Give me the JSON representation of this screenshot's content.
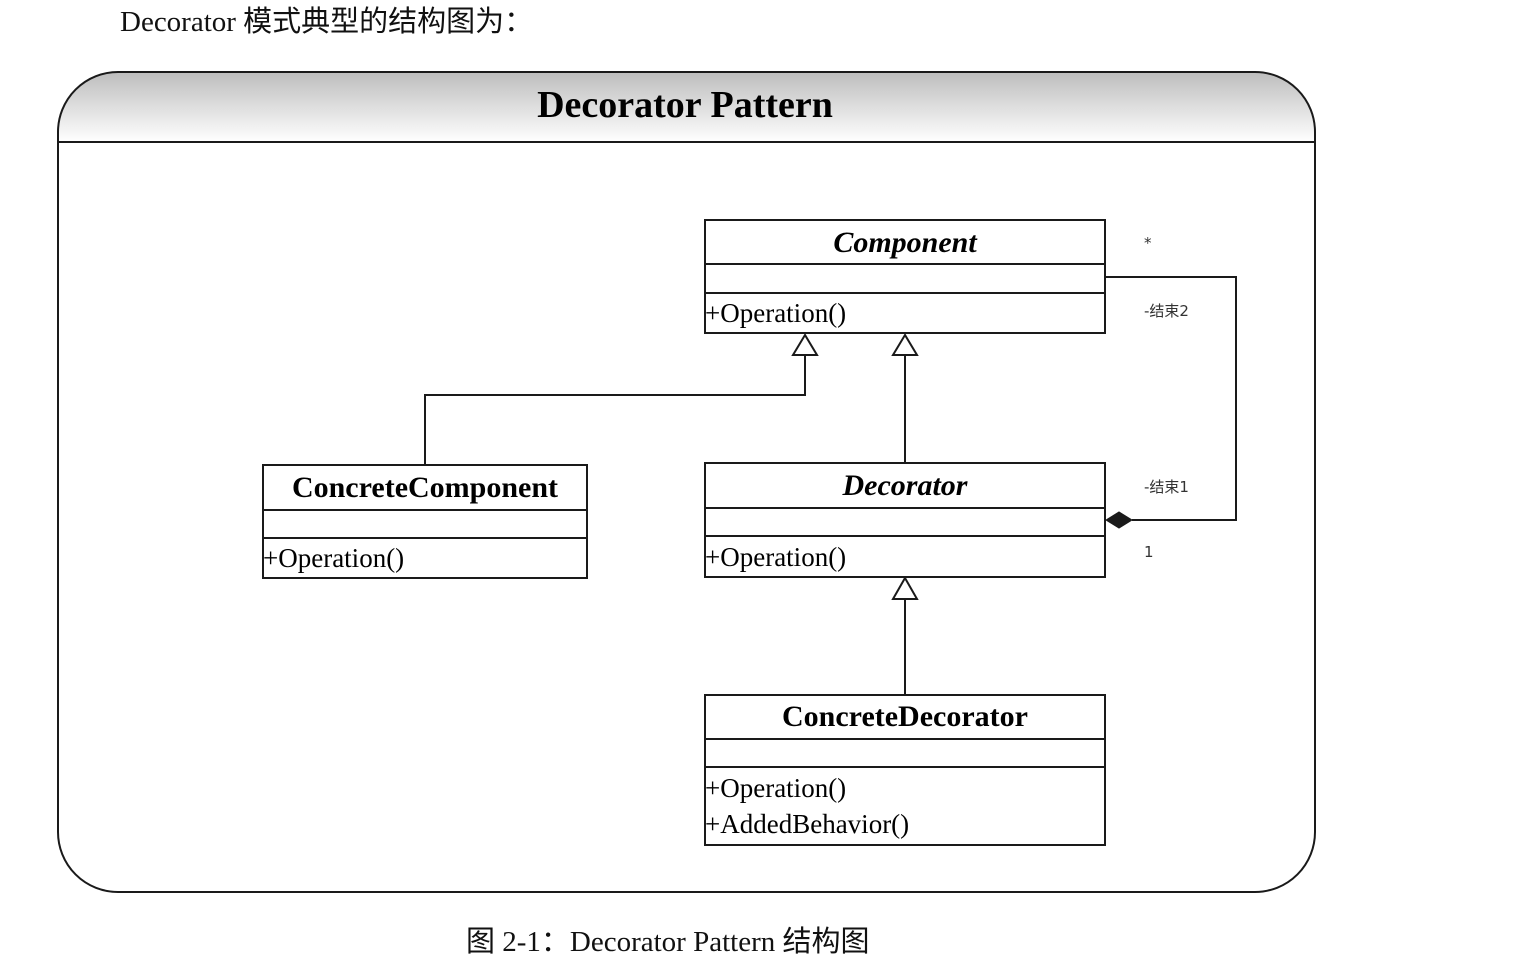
{
  "intro_text": "Decorator 模式典型的结构图为：",
  "caption": "图 2-1：Decorator Pattern 结构图",
  "frame": {
    "title": "Decorator Pattern"
  },
  "classes": {
    "component": {
      "name": "Component",
      "abstract": true,
      "operations": [
        "+Operation()"
      ]
    },
    "concrete_component": {
      "name": "ConcreteComponent",
      "abstract": false,
      "operations": [
        "+Operation()"
      ]
    },
    "decorator": {
      "name": "Decorator",
      "abstract": true,
      "operations": [
        "+Operation()"
      ]
    },
    "concrete_decorator": {
      "name": "ConcreteDecorator",
      "abstract": false,
      "operations": [
        "+Operation()",
        "+AddedBehavior()"
      ]
    }
  },
  "association": {
    "component_end_multiplicity": "*",
    "component_end_role": "-结束2",
    "decorator_end_role": "-结束1",
    "decorator_end_multiplicity": "1"
  },
  "colors": {
    "line": "#1a1a1a",
    "header_gradient_top": "#bdbdbd",
    "header_gradient_bottom": "#ffffff"
  }
}
